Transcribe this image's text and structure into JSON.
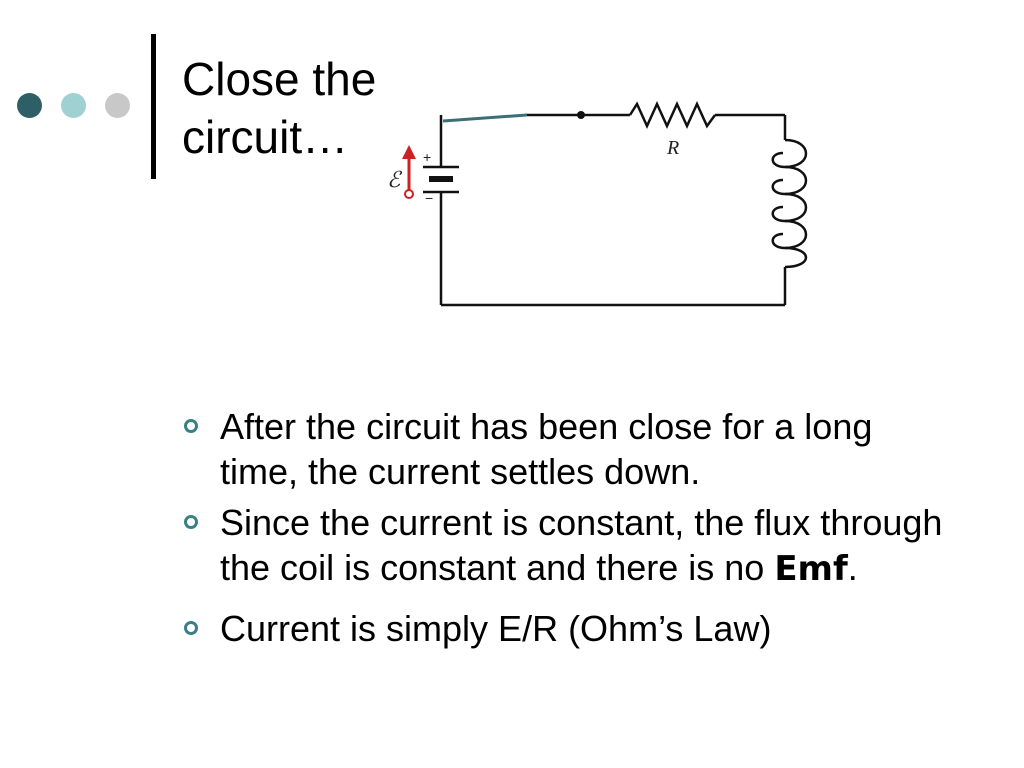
{
  "colors": {
    "dot1": "#2f5f66",
    "dot2": "#9fd0d2",
    "dot3": "#c8c8c8",
    "bullet": "#3d7f87"
  },
  "slide": {
    "title_line1": "Close the",
    "title_line2": "circuit…"
  },
  "circuit": {
    "emf_symbol": "ℰ",
    "resistor_label": "R",
    "plus": "+",
    "minus": "−"
  },
  "bullets": [
    {
      "text": "After the circuit has been close for a long time, the current settles down."
    },
    {
      "text_before": "Since the current is constant, the flux through the coil is constant and there is no ",
      "emphasis": "Emf",
      "text_after": "."
    },
    {
      "text": "Current is simply E/R  (Ohm’s Law)"
    }
  ]
}
